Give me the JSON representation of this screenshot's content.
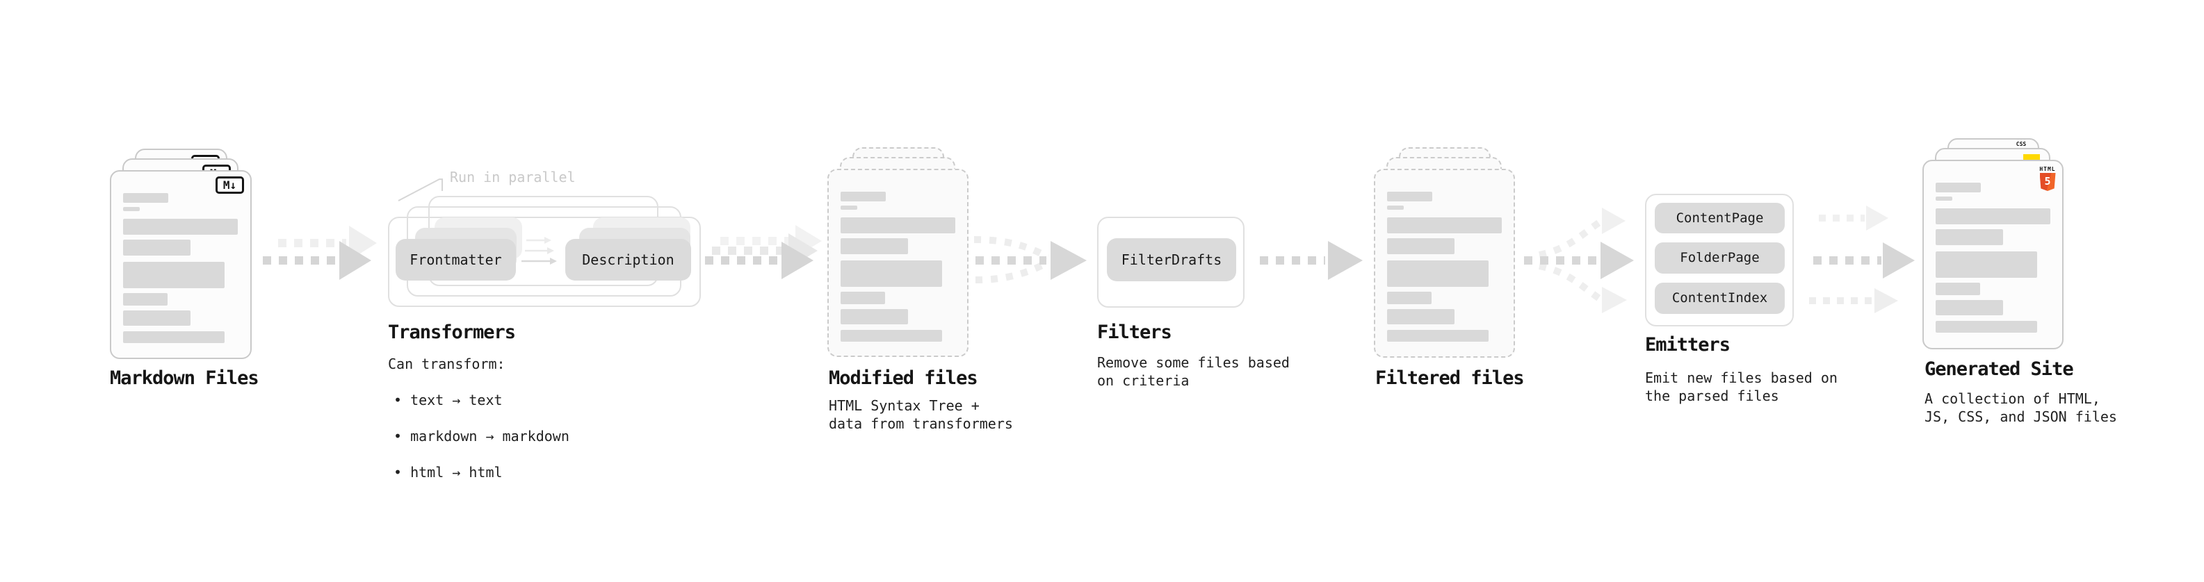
{
  "badges": {
    "markdown_label": "M↓",
    "css_label": "CSS",
    "html_label": "HTML",
    "five_label": "5"
  },
  "nodes": {
    "markdown_files": {
      "label": "Markdown Files"
    },
    "transformers": {
      "label": "Transformers",
      "note": "Run in parallel",
      "chips": [
        "Frontmatter",
        "Description"
      ],
      "desc_title": "Can transform:",
      "bullets": [
        "• text → text",
        "• markdown → markdown",
        "• html → html"
      ]
    },
    "modified_files": {
      "label": "Modified files",
      "desc": "HTML Syntax Tree +\ndata from transformers"
    },
    "filters": {
      "label": "Filters",
      "chips": [
        "FilterDrafts"
      ],
      "desc": "Remove some files based\non criteria"
    },
    "filtered_files": {
      "label": "Filtered files"
    },
    "emitters": {
      "label": "Emitters",
      "chips": [
        "ContentPage",
        "FolderPage",
        "ContentIndex"
      ],
      "desc": "Emit new files based on\nthe parsed files"
    },
    "generated_site": {
      "label": "Generated Site",
      "desc": "A collection of HTML,\nJS, CSS, and JSON files"
    }
  },
  "colors": {
    "arrow": "#d5d5d5",
    "arrow_ghost": "#eeeeee",
    "chip_fill": "#dbdbdb",
    "bar_fill": "#d9d9d9",
    "html5_orange": "#f16529",
    "js_yellow": "#ffd900",
    "css_blue": "#2e6be6"
  }
}
